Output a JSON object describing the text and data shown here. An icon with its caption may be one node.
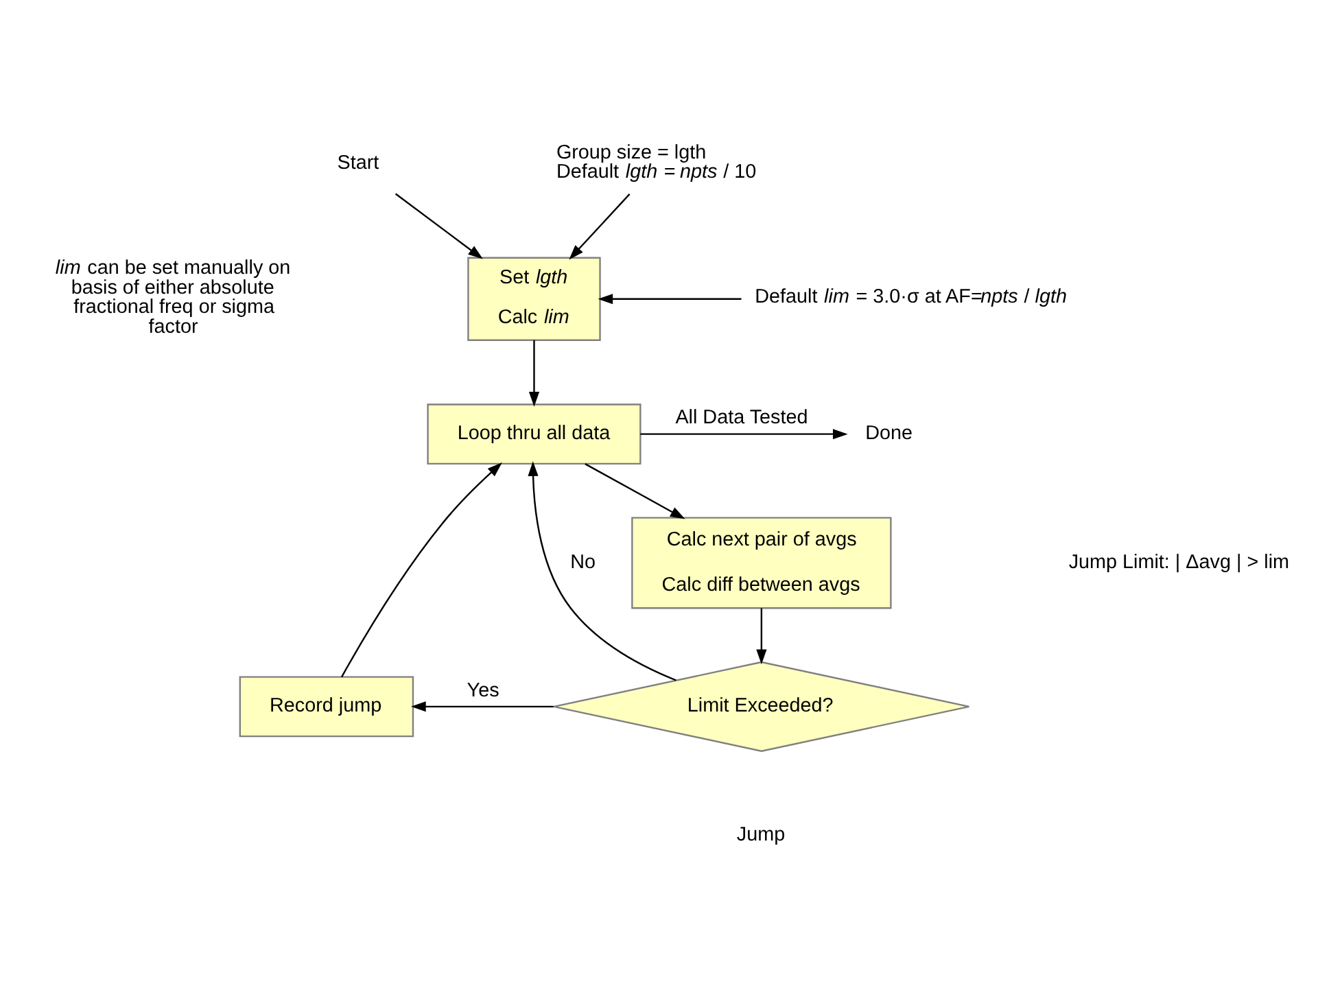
{
  "diagram": {
    "nodes": [
      {
        "text": [
          "Start"
        ]
      },
      {
        "text": [
          "Set *lgth*",
          "Calc *lim*"
        ]
      },
      {
        "text": [
          "Group size = lgth",
          "Default *lgth* = *npts* / 10"
        ]
      },
      {
        "text": [
          "Default *lim* = 3.0·σ at AF=*npts* / *lgth*"
        ]
      },
      {
        "text": [
          "Loop thru all data"
        ]
      },
      {
        "text": [
          "Done"
        ]
      },
      {
        "text": [
          "Calc next pair of avgs",
          "Calc diff between avgs"
        ]
      },
      {
        "text": [
          "Limit Exceeded?"
        ]
      },
      {
        "text": [
          "Record jump"
        ]
      }
    ],
    "edges": [
      {
        "from": 0,
        "to": 1,
        "arrow": "to"
      },
      {
        "from": 2,
        "to": 1,
        "arrow": "to"
      },
      {
        "from": 3,
        "to": 1,
        "arrow": "to"
      },
      {
        "from": 1,
        "to": 4,
        "arrow": "to"
      },
      {
        "from": 4,
        "to": 5,
        "arrow": "to",
        "label": "All Data Tested"
      },
      {
        "from": 4,
        "to": 6,
        "arrow": "to"
      },
      {
        "from": 6,
        "to": 7,
        "arrow": "to"
      },
      {
        "from": 7,
        "to": 8,
        "arrow": "to",
        "label": "Yes"
      },
      {
        "from": 8,
        "to": 4,
        "arrow": "to"
      },
      {
        "from": 7,
        "to": 4,
        "arrow": "to",
        "label": "No"
      }
    ],
    "labels": [
      "*lim* can be set manually on basis of either absolute fractional freq or sigma factor",
      "Jump Limit: | Δavg | > lim",
      "Jump"
    ]
  }
}
